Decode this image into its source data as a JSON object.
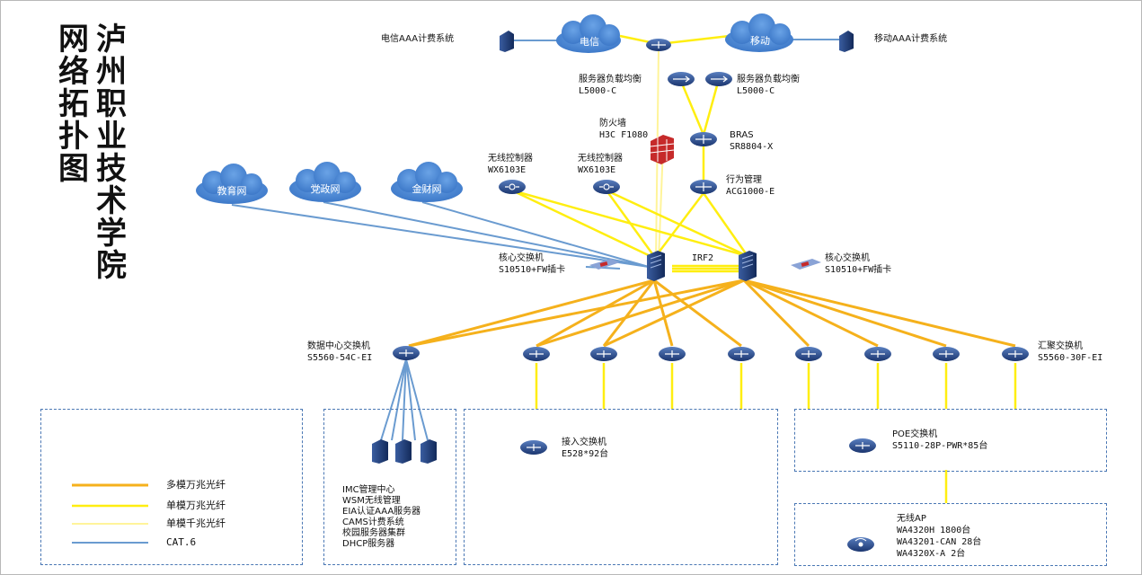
{
  "title": {
    "left_column": "网络拓扑图",
    "right_column": "泸州职业技术学院"
  },
  "colors": {
    "multimode_10g": "#f5b11c",
    "singlemode_10g": "#ffee10",
    "singlemode_1g": "#fff49a",
    "cat6": "#6a9bd0",
    "device": "#1e3d77",
    "cloud": "#4a86d2",
    "dashed_box": "#4a77b4"
  },
  "clouds": {
    "telecom": "电信",
    "mobile": "移动",
    "edu": "教育网",
    "party": "党政网",
    "finance": "金财网"
  },
  "top": {
    "telecom_aaa": "电信AAA计费系统",
    "mobile_aaa": "移动AAA计费系统",
    "lb_left_name": "服务器负载均衡",
    "lb_left_model": "L5000-C",
    "lb_right_name": "服务器负载均衡",
    "lb_right_model": "L5000-C",
    "firewall_name": "防火墙",
    "firewall_model": "H3C F1080",
    "bras_name": "BRAS",
    "bras_model": "SR8804-X",
    "wlc1_name": "无线控制器",
    "wlc1_model": "WX6103E",
    "wlc2_name": "无线控制器",
    "wlc2_model": "WX6103E",
    "behavior_name": "行为管理",
    "behavior_model": "ACG1000-E"
  },
  "core": {
    "left_name": "核心交换机",
    "left_model": "S10510+FW插卡",
    "right_name": "核心交换机",
    "right_model": "S10510+FW插卡",
    "irf": "IRF2"
  },
  "distribution": {
    "dc_name": "数据中心交换机",
    "dc_model": "S5560-54C-EI",
    "agg_name": "汇聚交换机",
    "agg_model": "S5560-30F-EI"
  },
  "boxes": {
    "servers": [
      "IMC管理中心",
      "WSM无线管理",
      "EIA认证AAA服务器",
      "CAMS计费系统",
      "校园服务器集群",
      "DHCP服务器"
    ],
    "access_name": "接入交换机",
    "access_model": "E528*92台",
    "poe_name": "POE交换机",
    "poe_model": "S5110-28P-PWR*85台",
    "ap_name": "无线AP",
    "ap_lines": [
      "WA4320H 1800台",
      "WA43201-CAN 28台",
      "WA4320X-A 2台"
    ]
  },
  "legend": [
    {
      "label": "多模万兆光纤",
      "color": "#f5b11c"
    },
    {
      "label": "单模万兆光纤",
      "color": "#ffee10"
    },
    {
      "label": "单模千兆光纤",
      "color": "#fff49a"
    },
    {
      "label": "CAT.6",
      "color": "#6a9bd0"
    }
  ]
}
